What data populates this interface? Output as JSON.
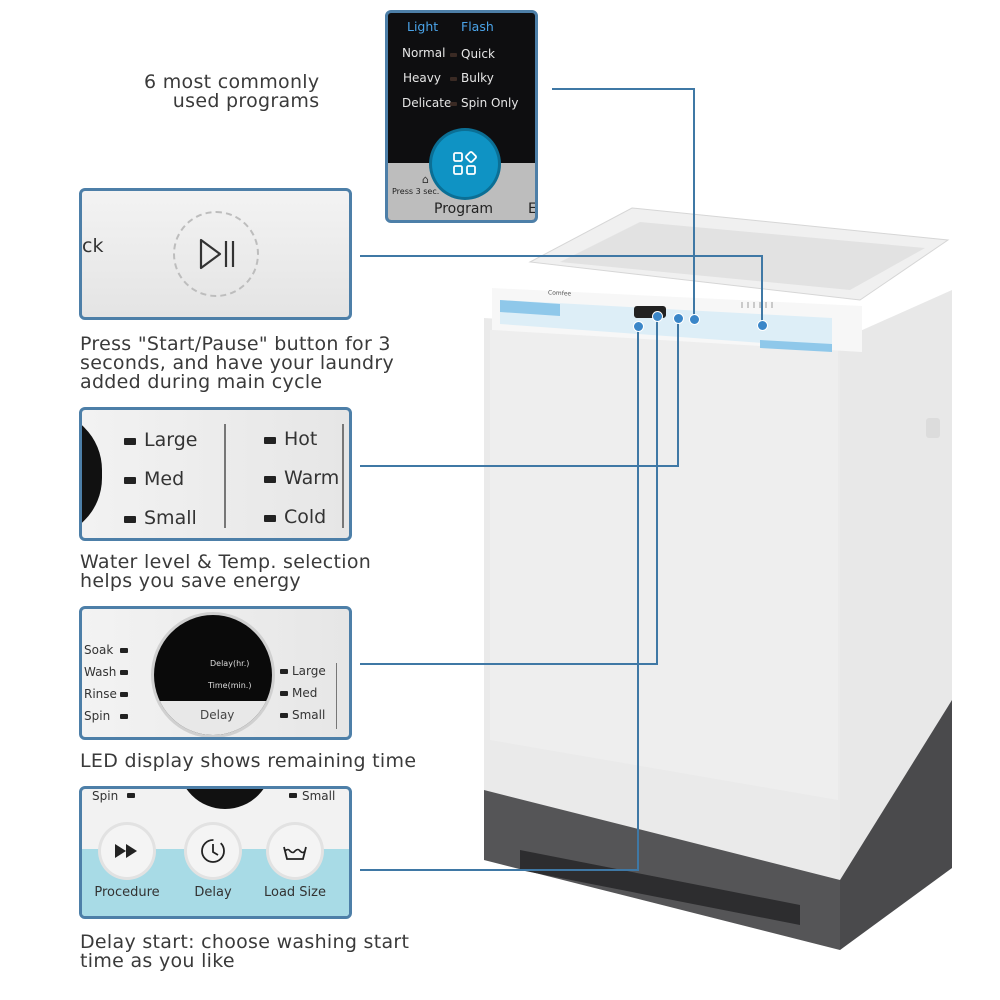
{
  "captions": {
    "programs": "6 most commonly\nused programs",
    "start_pause": "Press \"Start/Pause\" button for 3\nseconds, and have your laundry\nadded during main cycle",
    "water": "Water level & Temp. selection\nhelps you save energy",
    "led": "LED display shows remaining time",
    "delay": "Delay start: choose washing start\ntime as you like"
  },
  "program_panel": {
    "top_left": "Light",
    "top_right": "Flash",
    "programs": [
      "Normal",
      "Quick",
      "Heavy",
      "Bulky",
      "Delicate",
      "Spin Only"
    ],
    "press_hint": "Press 3 sec.",
    "button_label": "Program",
    "edge_letter": "E"
  },
  "start_panel": {
    "partial_text": "ck"
  },
  "water_panel": {
    "levels": [
      "Large",
      "Med",
      "Small"
    ],
    "temps": [
      "Hot",
      "Warm",
      "Cold"
    ]
  },
  "led_panel": {
    "cycles": [
      "Soak",
      "Wash",
      "Rinse",
      "Spin"
    ],
    "display_lines": [
      "Delay(hr.)",
      "Time(min.)"
    ],
    "display_button": "Delay",
    "levels": [
      "Large",
      "Med",
      "Small"
    ]
  },
  "delay_panel": {
    "top_left": "Spin",
    "top_right": "Small",
    "buttons": [
      "Procedure",
      "Delay",
      "Load Size"
    ]
  },
  "washer": {
    "brand": "Comfee"
  },
  "colors": {
    "accent": "#4d7fa8",
    "line": "#3f78a5",
    "program_text": "#4aa3e8"
  }
}
